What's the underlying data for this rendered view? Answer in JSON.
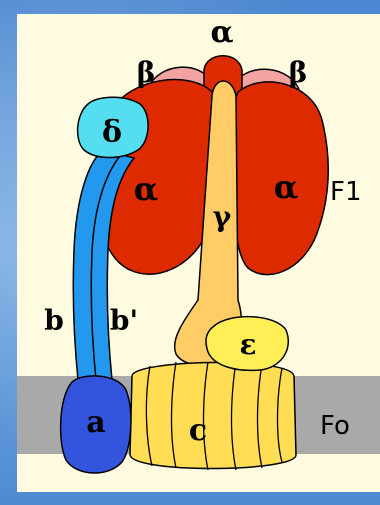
{
  "labels": {
    "alpha_top": "α",
    "beta_left": "β",
    "beta_right": "β",
    "delta": "δ",
    "alpha_left": "α",
    "alpha_right": "α",
    "gamma": "γ",
    "epsilon": "ε",
    "b": "b",
    "b_prime": "b'",
    "a": "a",
    "c": "c",
    "f1": "F1",
    "fo": "Fo"
  },
  "colors": {
    "background": "#fffbe0",
    "membrane": "#a9a9a9",
    "alpha": "#dd2a00",
    "beta": "#f4a3a3",
    "gamma": "#ffcc66",
    "delta": "#55ddf0",
    "epsilon": "#ffee55",
    "b_stalk": "#2299ee",
    "a_subunit": "#3355dd",
    "c_ring": "#ffdd55"
  }
}
